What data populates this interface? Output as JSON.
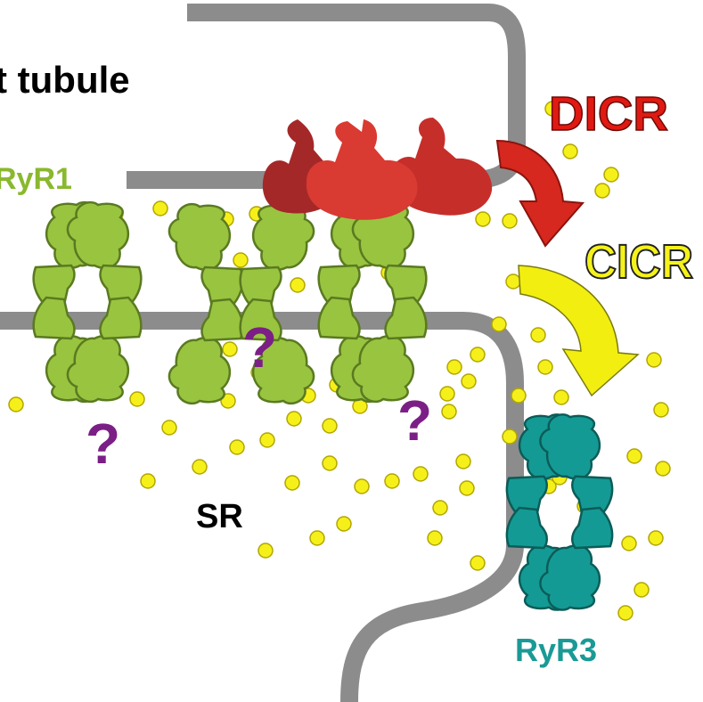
{
  "labels": {
    "t_tubule": "t tubule",
    "ryr1": "RyR1",
    "ryr3": "RyR3",
    "sr": "SR",
    "dicr": "DICR",
    "cicr": "CICR",
    "question": "?"
  },
  "colors": {
    "membrane": "#8c8c8c",
    "ryr1_fill": "#99c440",
    "ryr1_stroke": "#5a7a20",
    "ryr1_label": "#8ab82e",
    "ryr3_fill": "#149a94",
    "ryr3_stroke": "#0b5c58",
    "ryr3_label": "#1a9a96",
    "dhpr_dark": "#a42828",
    "dhpr_mid": "#d93a32",
    "dhpr_light": "#c62e2a",
    "calcium": "#f6f01a",
    "calcium_stroke": "#b2a600",
    "dicr_text": "#e01a12",
    "dicr_arrow": "#d6281e",
    "cicr_text": "#f4f21a",
    "cicr_arrow": "#f2ee10",
    "question": "#7b1f86",
    "text": "#000000"
  }
}
